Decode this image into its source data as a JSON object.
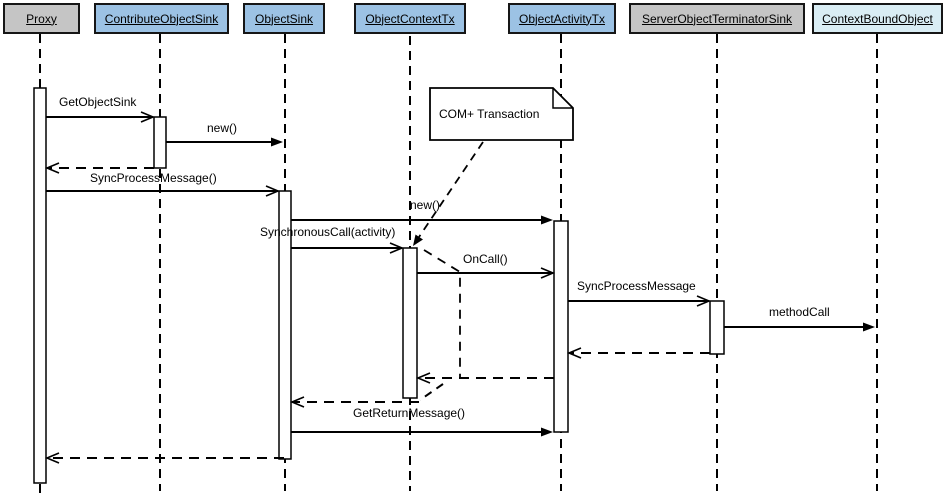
{
  "participants": [
    {
      "label": "Proxy",
      "fill": "#c5c5c5"
    },
    {
      "label": "ContributeObjectSink",
      "fill": "#9cc2e4"
    },
    {
      "label": "ObjectSink",
      "fill": "#9cc2e4"
    },
    {
      "label": "ObjectContextTx",
      "fill": "#9cc2e4"
    },
    {
      "label": "ObjectActivityTx",
      "fill": "#9cc2e4"
    },
    {
      "label": "ServerObjectTerminatorSink",
      "fill": "#c5c5c5"
    },
    {
      "label": "ContextBoundObject",
      "fill": "#d9edf4"
    }
  ],
  "note": {
    "text": "COM+ Transaction"
  },
  "messages": {
    "get_object_sink": "GetObjectSink",
    "new_object_sink": "new()",
    "sync_process_message": "SyncProcessMessage()",
    "new_activity": "new()",
    "synchronous_call": "SynchronousCall(activity)",
    "on_call": "OnCall()",
    "sync_process_message_2": "SyncProcessMessage",
    "method_call": "methodCall",
    "get_return_message": "GetReturnMessage()"
  },
  "colors": {
    "participant_blue": "#9cc2e4",
    "participant_gray": "#c5c5c5",
    "participant_cyan": "#d9edf4",
    "line": "#000000",
    "background": "#ffffff"
  }
}
